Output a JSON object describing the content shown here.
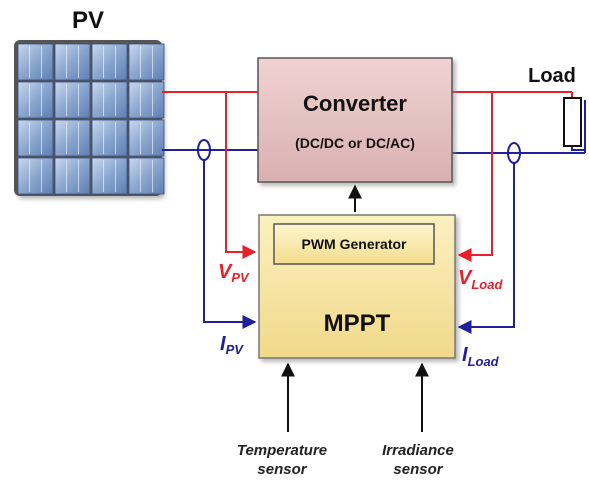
{
  "pv_label": "PV",
  "load_label": "Load",
  "converter": {
    "title": "Converter",
    "subtitle": "(DC/DC or DC/AC)"
  },
  "pwm_label": "PWM Generator",
  "mppt_label": "MPPT",
  "signals": {
    "v_pv": {
      "main": "V",
      "sub": "PV"
    },
    "i_pv": {
      "main": "I",
      "sub": "PV"
    },
    "v_load": {
      "main": "V",
      "sub": "Load"
    },
    "i_load": {
      "main": "I",
      "sub": "Load"
    }
  },
  "sensors": {
    "temperature": {
      "line1": "Temperature",
      "line2": "sensor"
    },
    "irradiance": {
      "line1": "Irradiance",
      "line2": "sensor"
    }
  },
  "colors": {
    "voltage_wire": "#e8202a",
    "current_wire": "#20209a",
    "converter_fill": "#e6c2c2",
    "mppt_fill": "#f6e5a0",
    "panel_cell": "#7b98c4"
  }
}
